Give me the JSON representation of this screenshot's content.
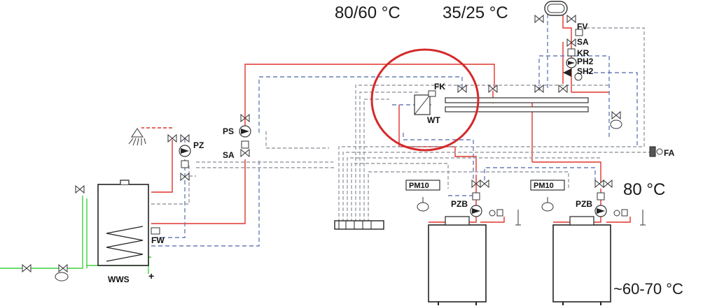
{
  "temperatures": {
    "high_circuit": "80/60 °C",
    "low_circuit": "35/25 °C",
    "boiler_flow": "80 °C",
    "boiler_return": "~60-70 °C"
  },
  "components": {
    "fv": "FV",
    "sa_top": "SA",
    "kr": "KR",
    "ph2": "PH2",
    "sh2": "SH2",
    "fk": "FK",
    "wt": "WT",
    "ps": "PS",
    "sa_left": "SA",
    "pz": "PZ",
    "fa": "FA",
    "pm10_left": "PM10",
    "pm10_right": "PM10",
    "pzb_left": "PZB",
    "pzb_right": "PZB",
    "fw": "FW",
    "wws": "WWS",
    "plus_wws": "+"
  },
  "colors": {
    "supply": "#e0342c",
    "return": "#6a7fb8",
    "control": "#9a9ea6",
    "cold_water": "#3fcf3f",
    "highlight": "#d42a2a"
  }
}
